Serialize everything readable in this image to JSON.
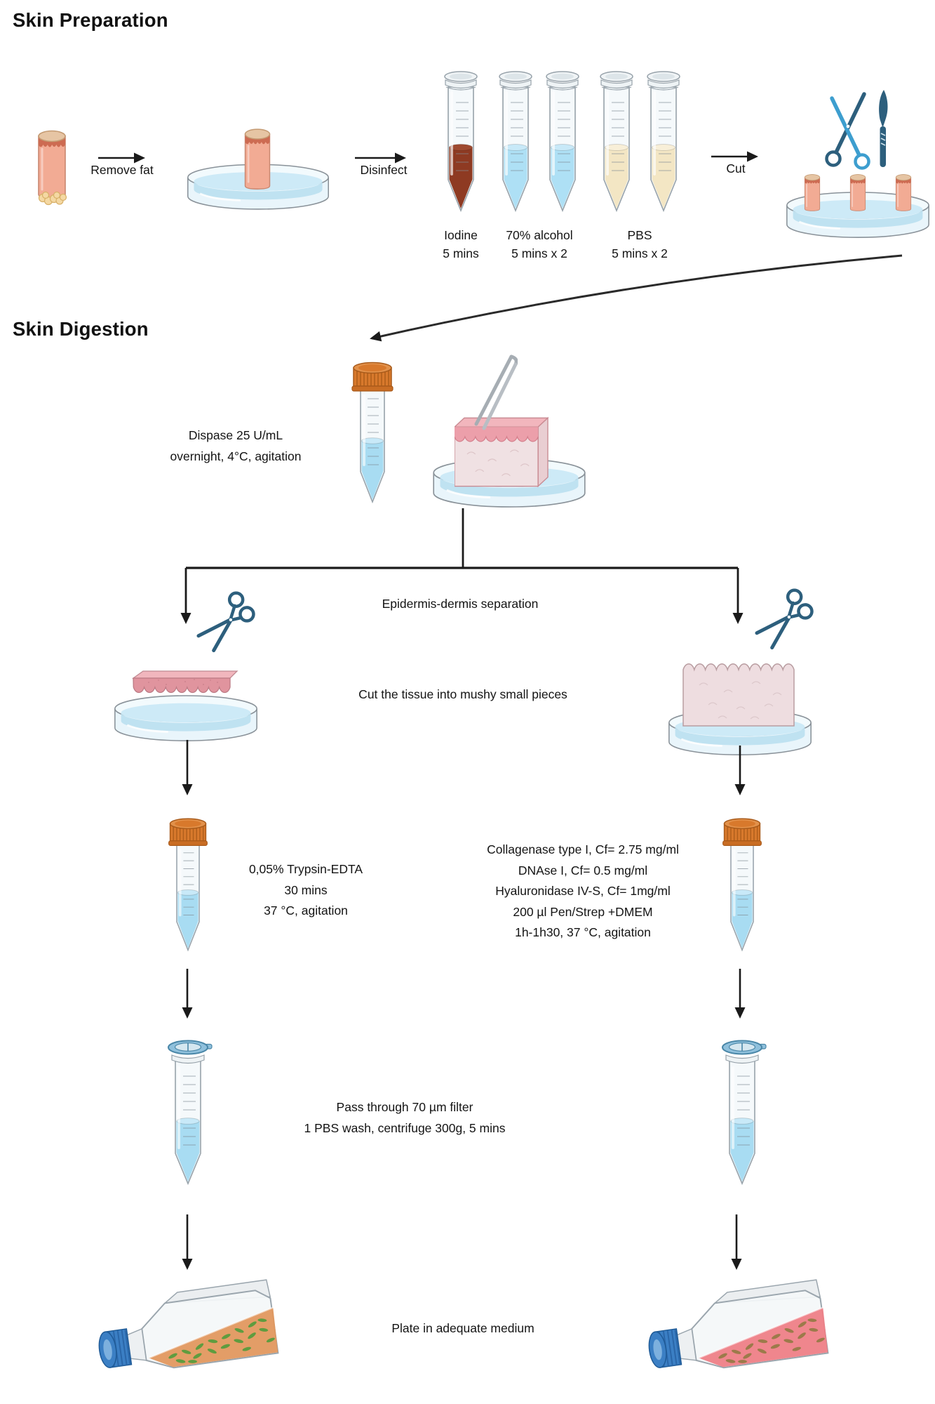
{
  "titles": {
    "preparation": "Skin Preparation",
    "digestion": "Skin Digestion"
  },
  "prep": {
    "remove_fat": "Remove fat",
    "disinfect": "Disinfect",
    "cut": "Cut",
    "tube_labels": [
      {
        "name": "Iodine",
        "time": "5 mins"
      },
      {
        "name": "70% alcohol",
        "time": "5 mins x 2"
      },
      {
        "name": "PBS",
        "time": "5 mins x 2"
      }
    ]
  },
  "digestion": {
    "dispase": [
      "Dispase 25 U/mL",
      "overnight, 4°C, agitation"
    ],
    "separation": "Epidermis-dermis separation",
    "cut_tissue": "Cut the tissue into mushy small pieces",
    "trypsin": [
      "0,05% Trypsin-EDTA",
      "30 mins",
      "37 °C, agitation"
    ],
    "collagenase": [
      "Collagenase type I, Cf= 2.75 mg/ml",
      "DNAse I, Cf= 0.5 mg/ml",
      "Hyaluronidase IV-S, Cf= 1mg/ml",
      "200 µl Pen/Strep +DMEM",
      "1h-1h30, 37 °C, agitation"
    ],
    "filter": [
      "Pass through 70 µm filter",
      "1 PBS wash, centrifuge 300g, 5 mins"
    ],
    "plate": "Plate in adequate medium"
  },
  "colors": {
    "iodine": "#8e3a22",
    "iodine_top": "#9e4a30",
    "alcohol": "#aee0f5",
    "pbs": "#f3e6c4",
    "pbs_top": "#f8efd8",
    "tube_liquid": "#a8dcf2",
    "orange_cap": "#d8792c",
    "filter_ring": "#8fc0dc",
    "flask_cap": "#3b7fc4",
    "keratinocyte_medium": "#e2985f",
    "keratinocyte_cells": "#5f9c3f",
    "fibroblast_medium": "#ee8087",
    "fibroblast_cells": "#9c7a4a",
    "tool_dark": "#2d5f7d",
    "tool_light": "#3d9ecf",
    "arrow": "#1a1a1a"
  }
}
